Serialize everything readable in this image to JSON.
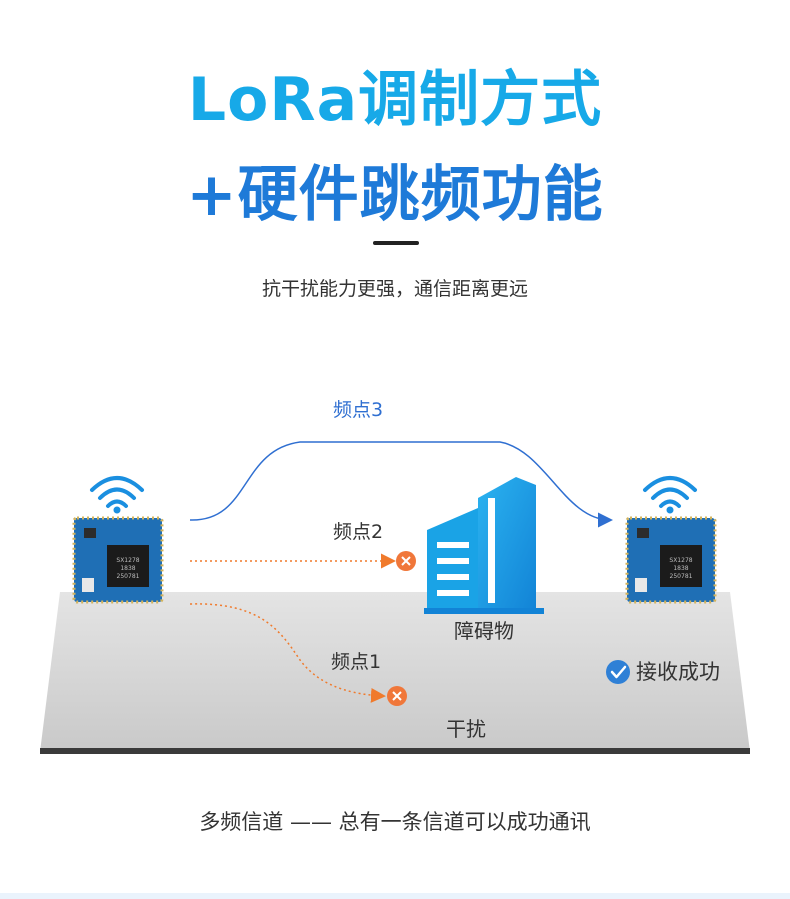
{
  "header": {
    "title_line1": "LoRa调制方式",
    "title_line2": "+硬件跳频功能",
    "subtitle": "抗干扰能力更强，通信距离更远"
  },
  "diagram": {
    "channel3_label": "频点3",
    "channel2_label": "频点2",
    "channel1_label": "频点1",
    "obstacle_label": "障碍物",
    "interference_label": "干扰",
    "success_label": "接收成功",
    "chip_marking_line1": "SX1278",
    "chip_marking_line2": "1838",
    "chip_marking_line3": "250781",
    "colors": {
      "success_path": "#2f6fd1",
      "blocked_path": "#f07a2c",
      "building": "#1aa3e6",
      "wifi": "#1a8fe0",
      "pcb": "#1f6fb5"
    }
  },
  "footer": {
    "caption": "多频信道 —— 总有一条信道可以成功通讯"
  }
}
